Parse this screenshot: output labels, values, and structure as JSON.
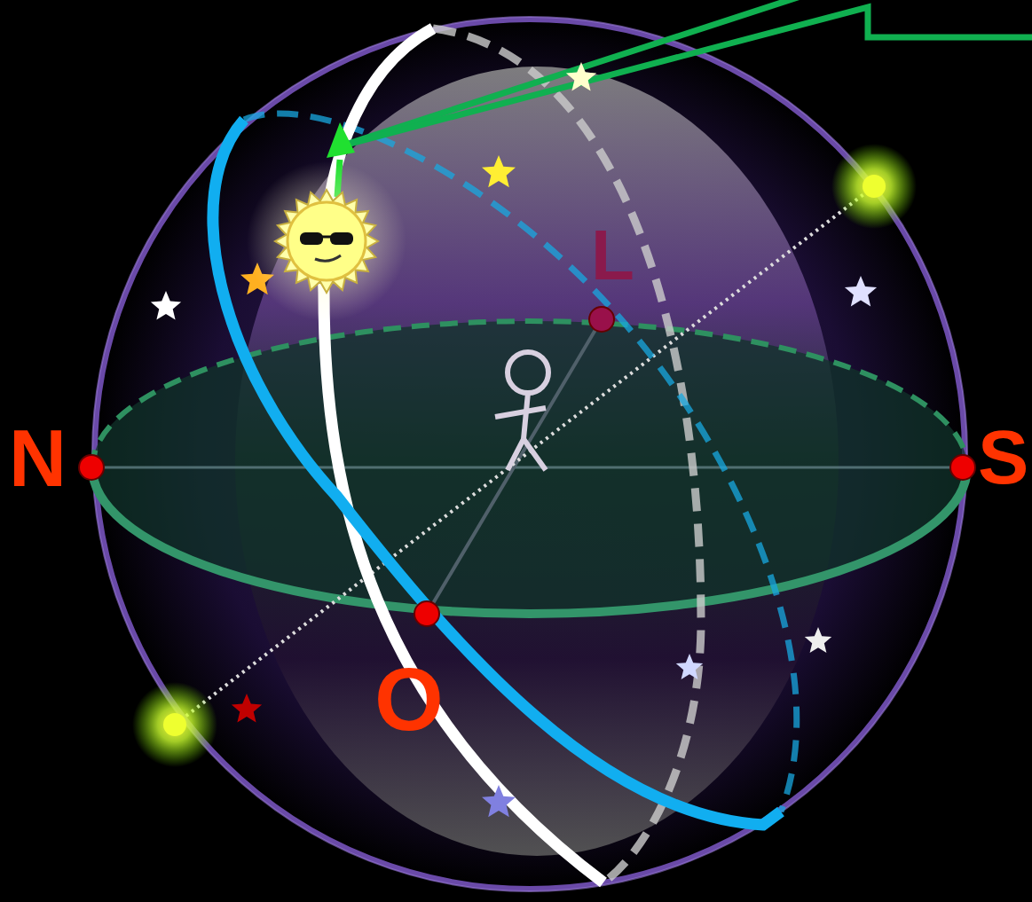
{
  "diagram": {
    "labels": [
      "N",
      "S",
      "L",
      "O"
    ]
  }
}
